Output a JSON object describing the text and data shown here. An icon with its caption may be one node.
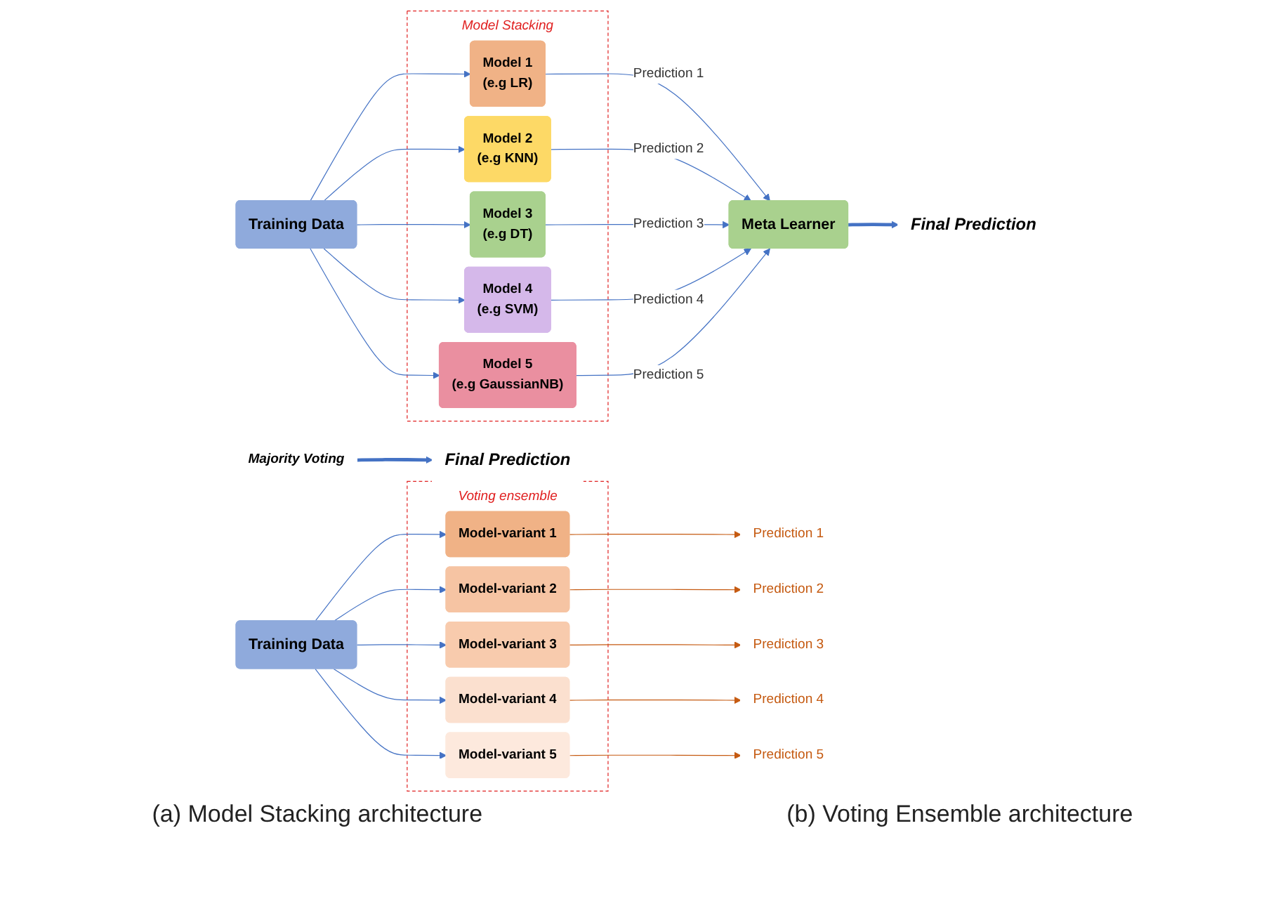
{
  "diagram": {
    "nodes": [
      {
        "text": [
          "Training Data"
        ]
      },
      {
        "text": [
          "Model Stacking"
        ]
      },
      {
        "text": [
          "Model 1",
          "(e.g LR)"
        ],
        "in": 1
      },
      {
        "text": [
          "Model 2",
          "(e.g KNN)"
        ],
        "in": 1
      },
      {
        "text": [
          "Model 3",
          "(e.g DT)"
        ],
        "in": 1
      },
      {
        "text": [
          "Model 4",
          "(e.g SVM)"
        ],
        "in": 1
      },
      {
        "text": [
          "Model 5",
          "(e.g GaussianNB)"
        ],
        "in": 1
      },
      {
        "text": [
          "Meta Learner"
        ]
      },
      {
        "text": [
          "Final Prediction"
        ]
      },
      {
        "text": [
          "Training Data"
        ]
      },
      {
        "text": [
          "Voting ensemble"
        ]
      },
      {
        "text": [
          "Model-variant 1"
        ],
        "in": 10
      },
      {
        "text": [
          "Model-variant 2"
        ],
        "in": 10
      },
      {
        "text": [
          "Model-variant 3"
        ],
        "in": 10
      },
      {
        "text": [
          "Model-variant 4"
        ],
        "in": 10
      },
      {
        "text": [
          "Model-variant 5"
        ],
        "in": 10
      },
      {
        "text": [
          "Prediction 1"
        ]
      },
      {
        "text": [
          "Prediction 2"
        ]
      },
      {
        "text": [
          "Prediction 3"
        ]
      },
      {
        "text": [
          "Prediction 4"
        ]
      },
      {
        "text": [
          "Prediction 5"
        ]
      },
      {
        "text": [
          "Majority Voting"
        ]
      },
      {
        "text": [
          "Final Prediction"
        ]
      }
    ],
    "edges": [
      {
        "from": 0,
        "to": 2,
        "arrow": "to"
      },
      {
        "from": 0,
        "to": 3,
        "arrow": "to"
      },
      {
        "from": 0,
        "to": 4,
        "arrow": "to"
      },
      {
        "from": 0,
        "to": 5,
        "arrow": "to"
      },
      {
        "from": 0,
        "to": 6,
        "arrow": "to"
      },
      {
        "from": 2,
        "to": 7,
        "arrow": "to",
        "label": "Prediction 1"
      },
      {
        "from": 3,
        "to": 7,
        "arrow": "to",
        "label": "Prediction 2"
      },
      {
        "from": 4,
        "to": 7,
        "arrow": "to",
        "label": "Prediction 3"
      },
      {
        "from": 5,
        "to": 7,
        "arrow": "to",
        "label": "Prediction 4"
      },
      {
        "from": 6,
        "to": 7,
        "arrow": "to",
        "label": "Prediction 5"
      },
      {
        "from": 7,
        "to": 8,
        "arrow": "to",
        "style": "thick"
      },
      {
        "from": 9,
        "to": 11,
        "arrow": "to"
      },
      {
        "from": 9,
        "to": 12,
        "arrow": "to"
      },
      {
        "from": 9,
        "to": 13,
        "arrow": "to"
      },
      {
        "from": 9,
        "to": 14,
        "arrow": "to"
      },
      {
        "from": 9,
        "to": 15,
        "arrow": "to"
      },
      {
        "from": 11,
        "to": 16,
        "arrow": "to",
        "color": "#c55a11"
      },
      {
        "from": 12,
        "to": 17,
        "arrow": "to",
        "color": "#c55a11"
      },
      {
        "from": 13,
        "to": 18,
        "arrow": "to",
        "color": "#c55a11"
      },
      {
        "from": 14,
        "to": 19,
        "arrow": "to",
        "color": "#c55a11"
      },
      {
        "from": 15,
        "to": 20,
        "arrow": "to",
        "color": "#c55a11"
      },
      {
        "from": 21,
        "to": 22,
        "arrow": "to",
        "style": "thick"
      }
    ],
    "labels": [
      "(a) Model Stacking architecture",
      "(b) Voting Ensemble architecture"
    ]
  }
}
